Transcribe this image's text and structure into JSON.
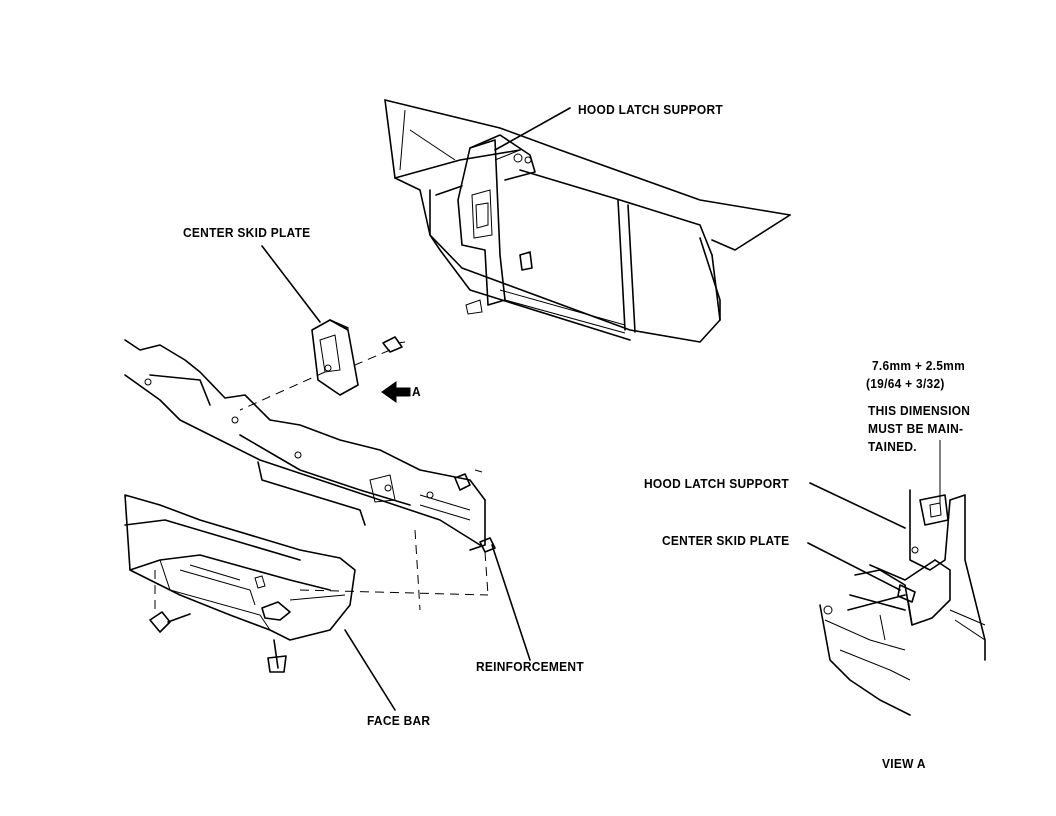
{
  "labels": {
    "hood_latch_support_top": "HOOD LATCH SUPPORT",
    "center_skid_plate_left": "CENTER SKID PLATE",
    "view_arrow": "A",
    "reinforcement": "REINFORCEMENT",
    "face_bar": "FACE BAR",
    "dimension_metric": "7.6mm + 2.5mm",
    "dimension_imperial": "(19/64 + 3/32)",
    "note_line1": "THIS DIMENSION",
    "note_line2": "MUST BE MAIN-",
    "note_line3": "TAINED.",
    "hood_latch_support_right": "HOOD LATCH SUPPORT",
    "center_skid_plate_right": "CENTER SKID PLATE",
    "view_a": "VIEW A"
  },
  "colors": {
    "ink": "#000000",
    "paper": "#ffffff"
  }
}
